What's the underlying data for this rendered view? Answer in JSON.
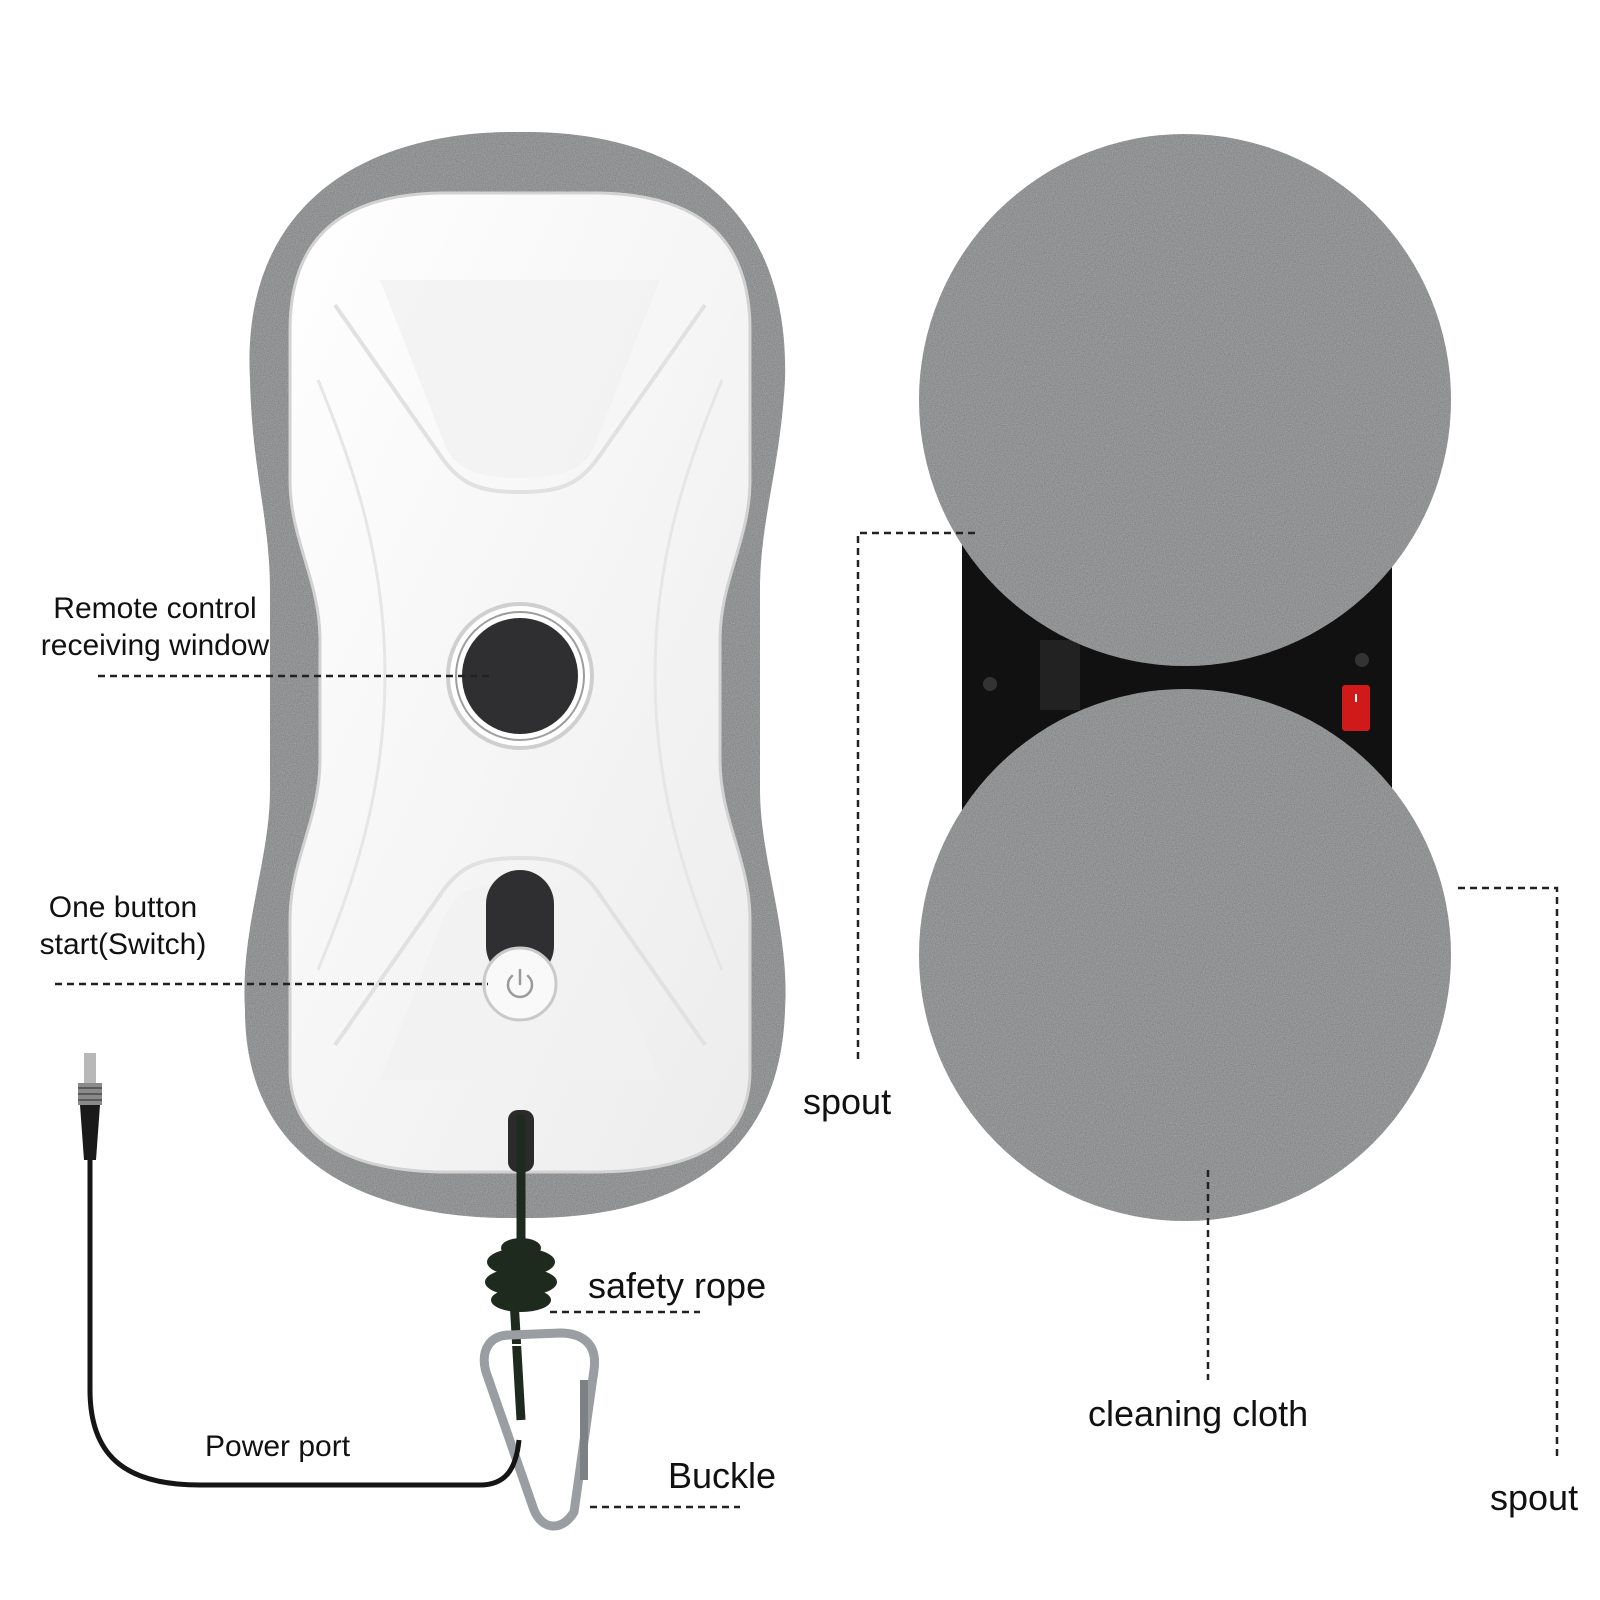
{
  "labels": {
    "remote_line1": "Remote control",
    "remote_line2": "receiving window",
    "switch_line1": "One button",
    "switch_line2": "start(Switch)",
    "power_port": "Power port",
    "safety_rope": "safety rope",
    "buckle": "Buckle",
    "spout_left": "spout",
    "spout_right": "spout",
    "cleaning_cloth": "cleaning cloth"
  },
  "colors": {
    "pad_gray": "#a8aaab",
    "pad_gray_dark": "#8e9091",
    "robot_white": "#fbfbfb",
    "robot_outline": "#d6d6d6",
    "window_dark": "#2f2f31",
    "chassis_black": "#111111",
    "switch_red": "#d01a1a",
    "rope_green": "#1f2a1f",
    "cable_black": "#151515",
    "carabiner_silver": "#9a9ea2",
    "leader_line": "#222222"
  },
  "icons": {
    "power": "power-icon",
    "carabiner": "carabiner-icon",
    "plug": "dc-plug-icon",
    "rocker_switch": "rocker-switch-icon"
  }
}
